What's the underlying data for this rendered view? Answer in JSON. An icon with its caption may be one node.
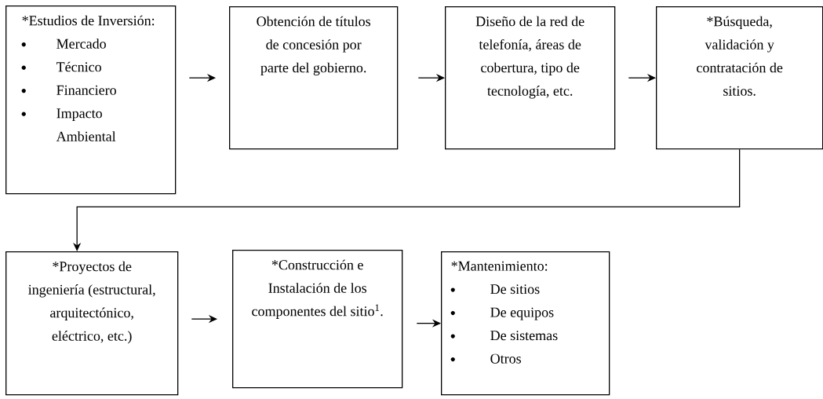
{
  "diagram": {
    "nodes": [
      {
        "text": [
          "*Estudios de Inversión:",
          "Mercado",
          "Técnico",
          "Financiero",
          "Impacto Ambiental"
        ]
      },
      {
        "text": [
          "Obtención de títulos de concesión por parte del gobierno."
        ]
      },
      {
        "text": [
          "Diseño de la red de telefonía, áreas de cobertura, tipo de tecnología, etc."
        ]
      },
      {
        "text": [
          "*Búsqueda, validación y contratación de sitios."
        ]
      },
      {
        "text": [
          "*Proyectos de ingeniería (estructural, arquitectónico, eléctrico, etc.)"
        ]
      },
      {
        "text": [
          "*Construcción e Instalación de los componentes del sitio$^{1}$."
        ]
      },
      {
        "text": [
          "*Mantenimiento:",
          "De sitios",
          "De equipos",
          "De sistemas",
          "Otros"
        ]
      }
    ],
    "edges": [
      {
        "from": 0,
        "to": 1,
        "arrow": "to"
      },
      {
        "from": 1,
        "to": 2,
        "arrow": "to"
      },
      {
        "from": 2,
        "to": 3,
        "arrow": "to"
      },
      {
        "from": 3,
        "to": 4,
        "arrow": "to"
      },
      {
        "from": 4,
        "to": 5,
        "arrow": "to"
      },
      {
        "from": 5,
        "to": 6,
        "arrow": "to"
      }
    ]
  }
}
